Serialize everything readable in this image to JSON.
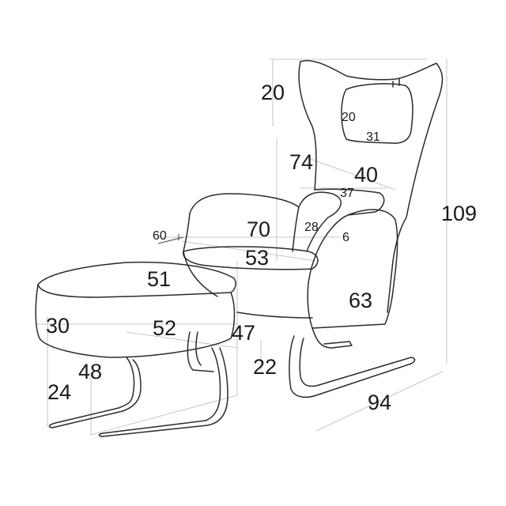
{
  "dimensions": {
    "wing_top": "20",
    "headrest_height": "20",
    "headrest_width": "31",
    "back_height": "74",
    "back_width": "40",
    "lumbar_width": "37",
    "overall_height": "109",
    "armrest_width": "70",
    "armrest_depth": "28",
    "armrest_side": "6",
    "recline_angle": "60",
    "seat_width": "53",
    "ottoman_width": "51",
    "side_height": "63",
    "ottoman_height": "30",
    "ottoman_depth": "52",
    "seat_height": "47",
    "ottoman_base_height": "48",
    "rocker_height": "22",
    "ottoman_base_depth": "24",
    "overall_depth": "94"
  },
  "colors": {
    "stroke": "#2b2b2b",
    "guide": "#b5b5b5",
    "text": "#1a1a1a"
  }
}
